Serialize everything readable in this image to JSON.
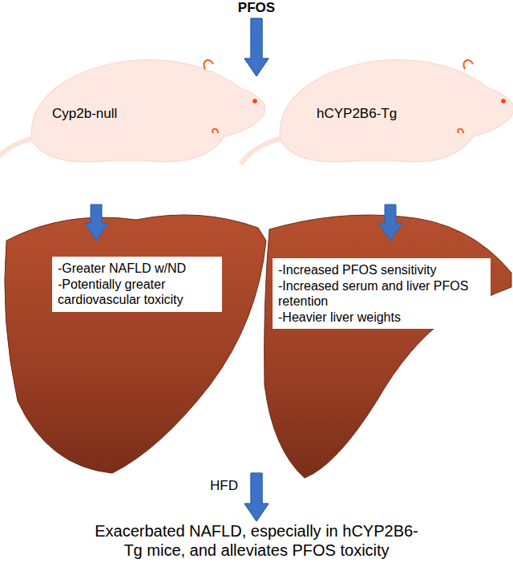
{
  "diagram": {
    "nodes": [
      {
        "text": [
          "PFOS"
        ]
      },
      {
        "text": [
          "Cyp2b-null"
        ]
      },
      {
        "text": [
          "hCYP2B6-Tg"
        ]
      },
      {
        "text": [
          "-Greater NAFLD w/ND",
          "-Potentially greater cardiovascular toxicity"
        ]
      },
      {
        "text": [
          "-Increased PFOS sensitivity",
          "-Increased serum and liver PFOS retention",
          "-Heavier liver weights"
        ]
      },
      {
        "text": [
          "Exacerbated NAFLD, especially in hCYP2B6-Tg mice, and alleviates PFOS toxicity"
        ]
      }
    ],
    "edges": [
      {
        "from": 0,
        "to": 1,
        "arrow": "to"
      },
      {
        "from": 0,
        "to": 2,
        "arrow": "to"
      },
      {
        "from": 1,
        "to": 3,
        "arrow": "to"
      },
      {
        "from": 2,
        "to": 4,
        "arrow": "to"
      },
      {
        "from": 3,
        "to": 5,
        "arrow": "to"
      },
      {
        "from": 4,
        "to": 5,
        "arrow": "to"
      }
    ],
    "labels": [
      "HFD"
    ]
  }
}
